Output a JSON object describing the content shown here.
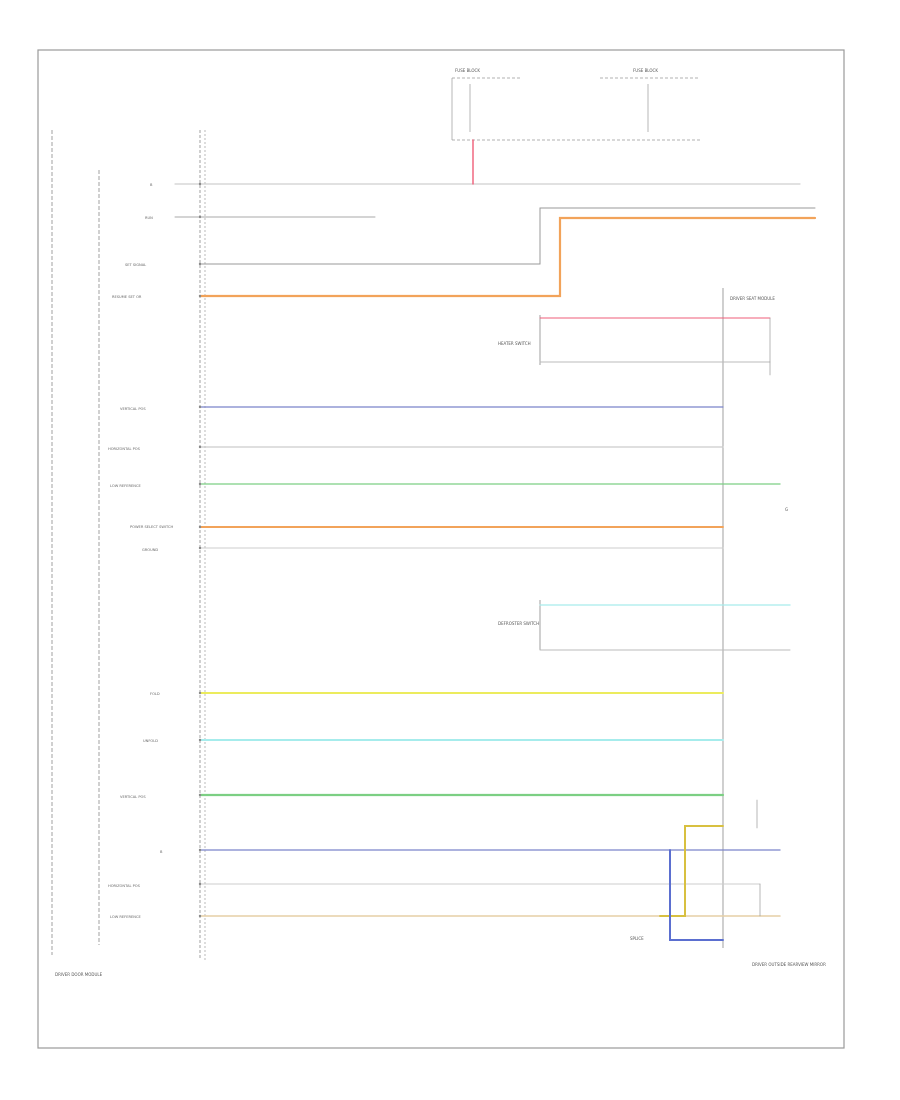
{
  "page_label": "",
  "pins": {
    "p1": "B",
    "p2": "RUN",
    "p3": "SET SIGNAL",
    "p4": "RESUME SET OR",
    "p5": "VERTICAL POS",
    "p6": "HORIZONTAL POS",
    "p7": "LOW REFERENCE",
    "p8": "POWER SELECT SWITCH",
    "p9": "GROUND",
    "p10": "FOLD",
    "p11": "UNFOLD",
    "p12": "VERTICAL POS",
    "p13": "B",
    "p14": "HORIZONTAL POS",
    "p15": "LOW REFERENCE"
  },
  "modules": {
    "left_module": "DRIVER DOOR MODULE",
    "right_module": "DRIVER OUTSIDE REARVIEW MIRROR",
    "fuse_top_left": "FUSE BLOCK",
    "fuse_top_right": "FUSE BLOCK",
    "dimmer_module": "DRIVER SEAT MODULE",
    "heater_switch": "HEATER SWITCH",
    "defrost_switch": "DEFROSTER SWITCH",
    "splice": "SPLICE",
    "ground": "G"
  },
  "wire_colors": {
    "red": "#ef5d78",
    "orange": "#f2a35a",
    "blue": "#7b85c9",
    "green": "#7ccf83",
    "yellow": "#ecec5d",
    "cyan": "#a6ecec",
    "tan": "#e5cfa6",
    "gray": "#bdbdbd",
    "dark": "#555555"
  }
}
